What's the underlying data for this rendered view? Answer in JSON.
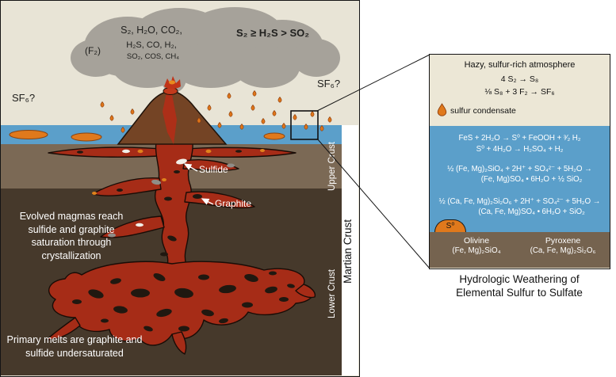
{
  "left_panel": {
    "plume": {
      "major_species": "S₂, H₂O, CO₂,",
      "f2": "(F₂)",
      "minor_species": "H₂S, CO, H₂,",
      "trace_species": "SO₂, COS, CH₄",
      "abundance_relation": "S₂ ≥ H₂S > SO₂"
    },
    "sf6_left": "SF₆?",
    "sf6_right": "SF₆?",
    "sulfide_label": "Sulfide",
    "graphite_label": "Graphite",
    "evolved_caption": "Evolved magmas reach sulfide and graphite saturation through crystallization",
    "primary_caption": "Primary melts are graphite and sulfide undersaturated",
    "upper_crust_label": "Upper Crust",
    "lower_crust_label": "Lower Crust",
    "martian_crust_label": "Martian Crust"
  },
  "inset": {
    "atmosphere_title": "Hazy, sulfur-rich atmosphere",
    "reaction_s2_to_s8": "4 S₂ → S₈",
    "reaction_s8_to_sf6": "⅛ S₈ + 3 F₂ → SF₆",
    "condensate_label": "sulfur condensate",
    "reaction_fes": "FeS + 2H₂O → S⁰ + FeOOH + ³⁄₂ H₂",
    "reaction_s0": "S⁰ + 4H₂O → H₂SO₄ + H₂",
    "reaction_olivine_1": "½ (Fe, Mg)₂SiO₄ + 2H⁺ + SO₄²⁻ + 5H₂O →",
    "reaction_olivine_2": "(Fe, Mg)SO₄ • 6H₂O + ½ SiO₂",
    "reaction_pyroxene_1": "½ (Ca, Fe, Mg)₂Si₂O₆ + 2H⁺ + SO₄²⁻ + 5H₂O →",
    "reaction_pyroxene_2": "(Ca, Fe, Mg)SO₄ • 6H₂O + SiO₂",
    "s0_label": "S⁰",
    "olivine_name": "Olivine",
    "olivine_formula": "(Fe, Mg)₂SiO₄",
    "pyroxene_name": "Pyroxene",
    "pyroxene_formula": "(Ca, Fe, Mg)₂Si₂O₆",
    "caption_line1": "Hydrologic Weathering of",
    "caption_line2": "Elemental Sulfur to Sulfate"
  },
  "colors": {
    "sky": "#e8e4d6",
    "cloud": "#a6a29a",
    "water": "#5b9fca",
    "upper_crust": "#7b6955",
    "lower_crust": "#46392b",
    "magma_red": "#a62c17",
    "sulfur_orange": "#e0791c",
    "inset_atmosphere": "#ece7d6",
    "inset_ground": "#75634f"
  }
}
